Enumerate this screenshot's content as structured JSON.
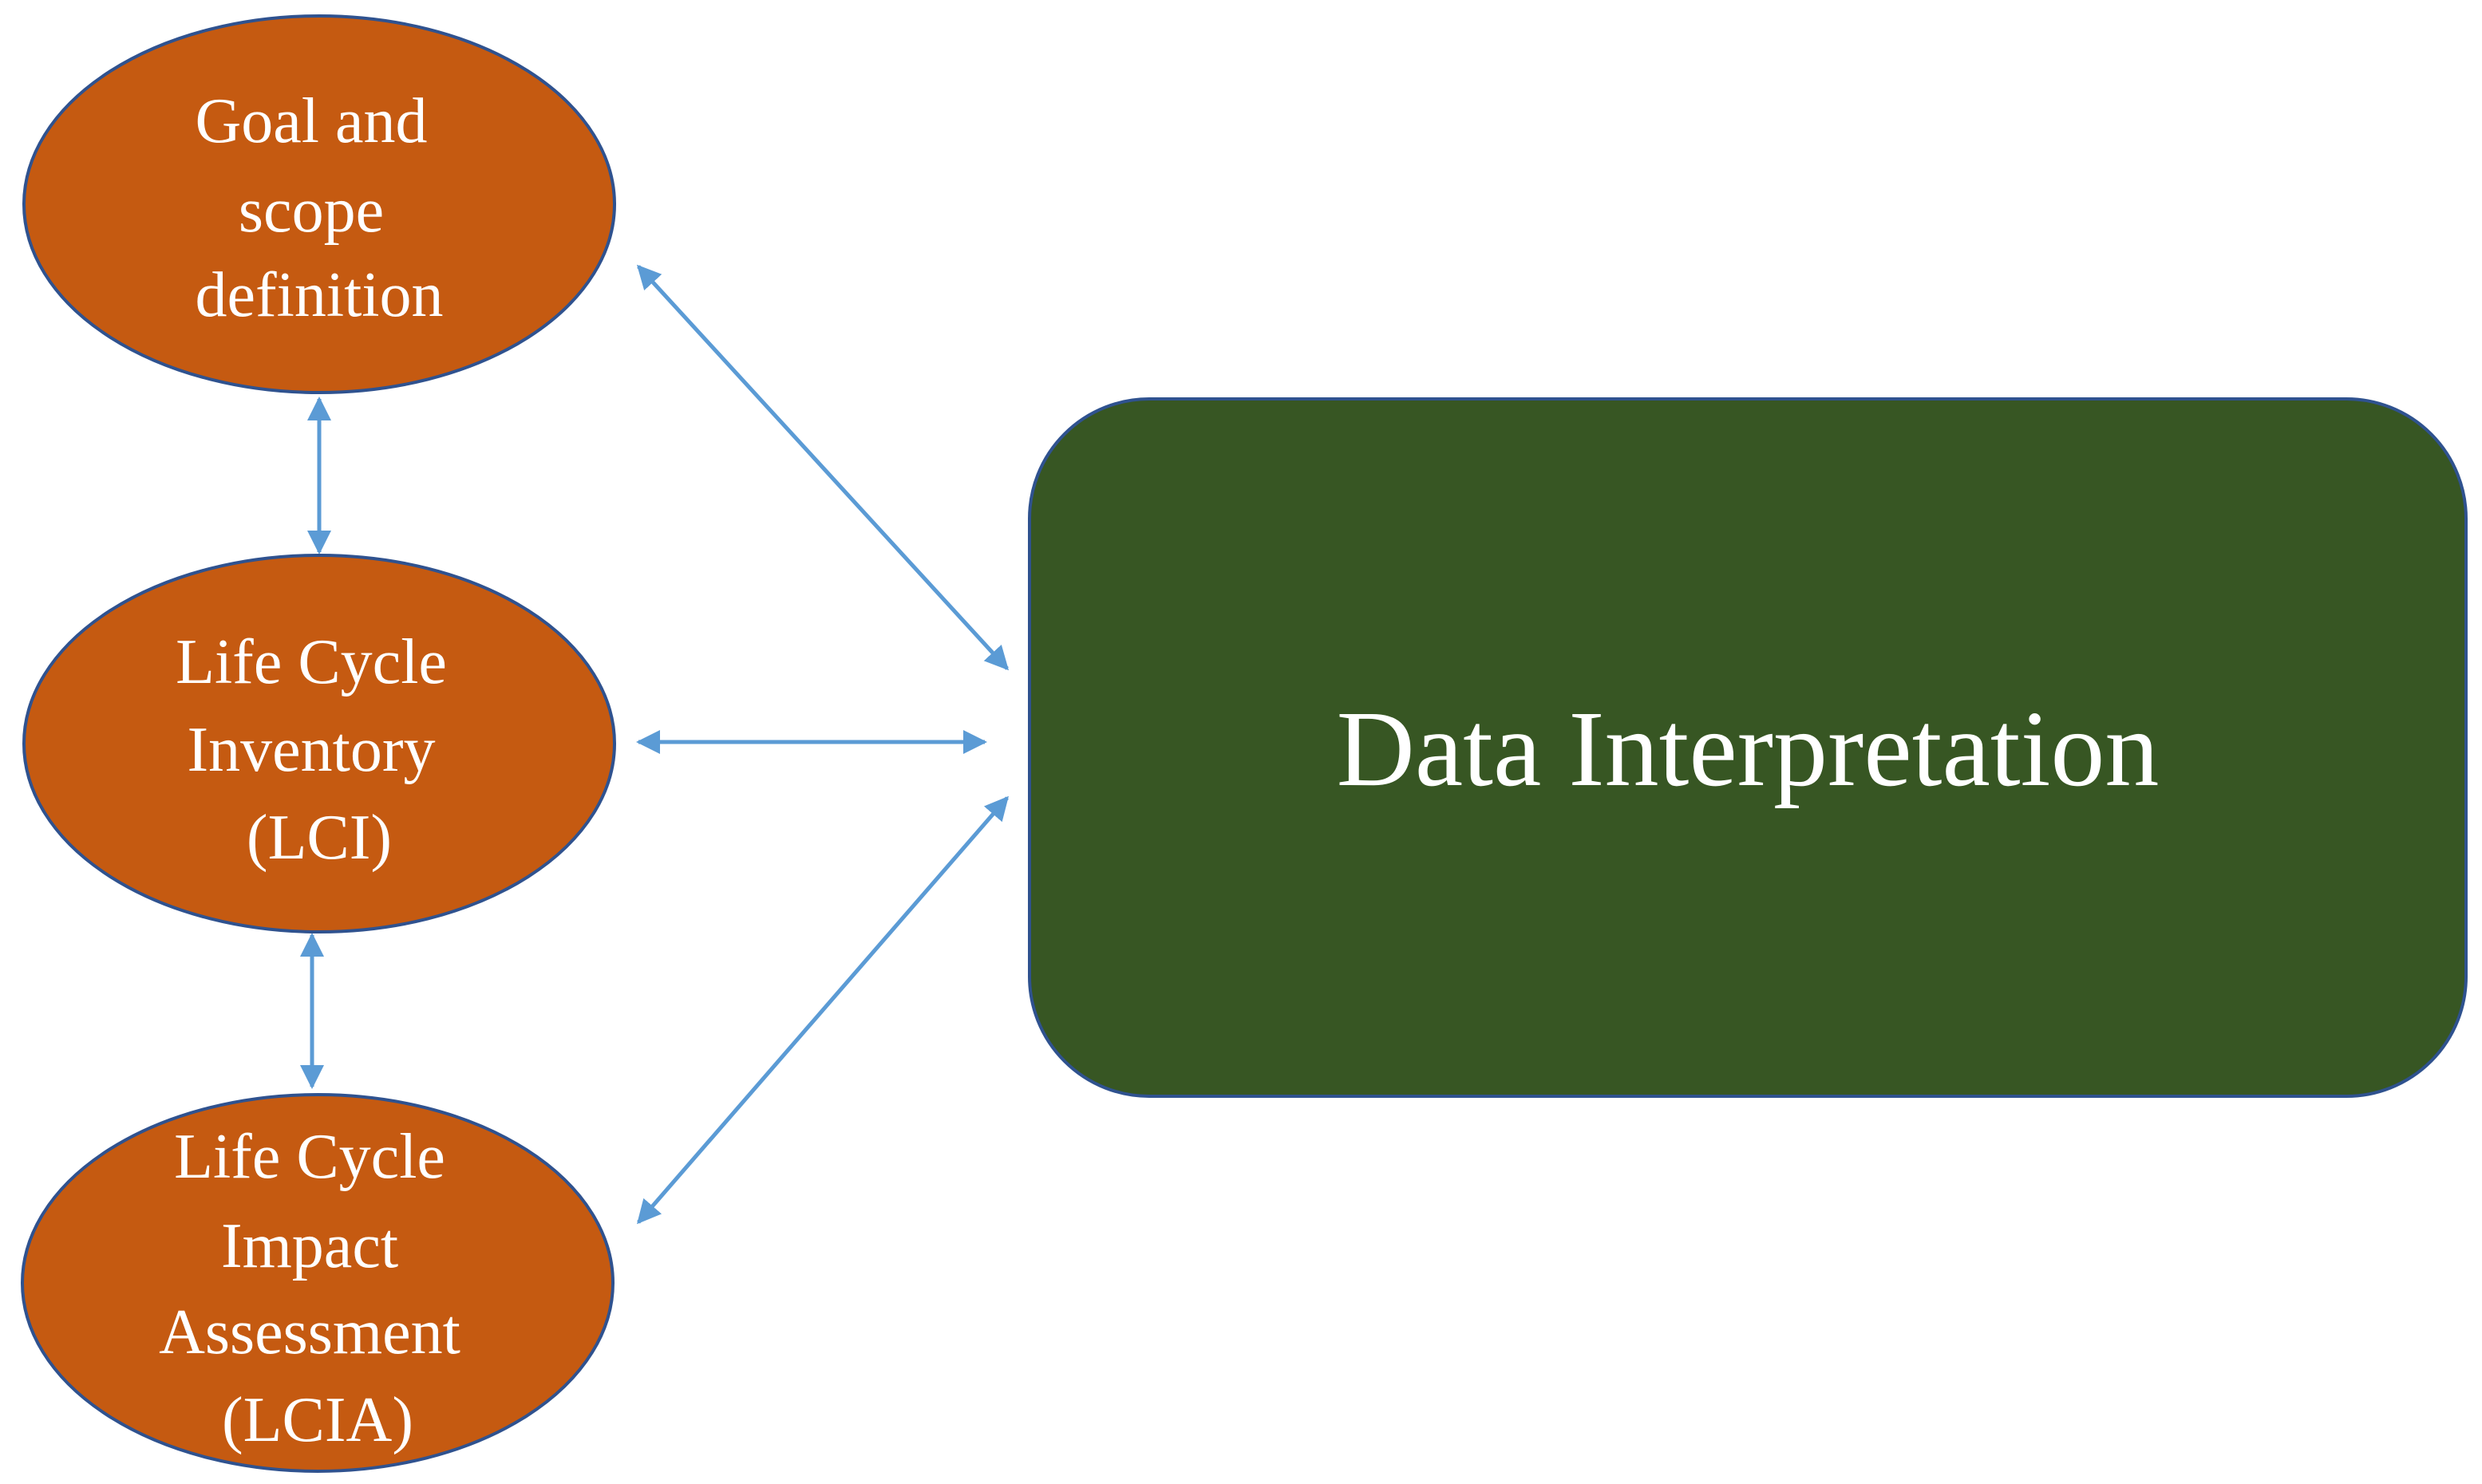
{
  "colors": {
    "ellipse_fill": "#c55a11",
    "ellipse_stroke": "#2f528f",
    "box_fill": "#375623",
    "box_stroke": "#2f528f",
    "arrow": "#5b9bd5",
    "text": "#ffffff"
  },
  "nodes": {
    "goal": {
      "lines": [
        "Goal and",
        "scope",
        "definition"
      ]
    },
    "lci": {
      "lines": [
        "Life Cycle",
        "Inventory",
        "(LCI)"
      ]
    },
    "lcia": {
      "lines": [
        "Life Cycle",
        "Impact",
        "Assessment",
        "(LCIA)"
      ]
    },
    "interpretation": {
      "label": "Data Interpretation"
    }
  }
}
